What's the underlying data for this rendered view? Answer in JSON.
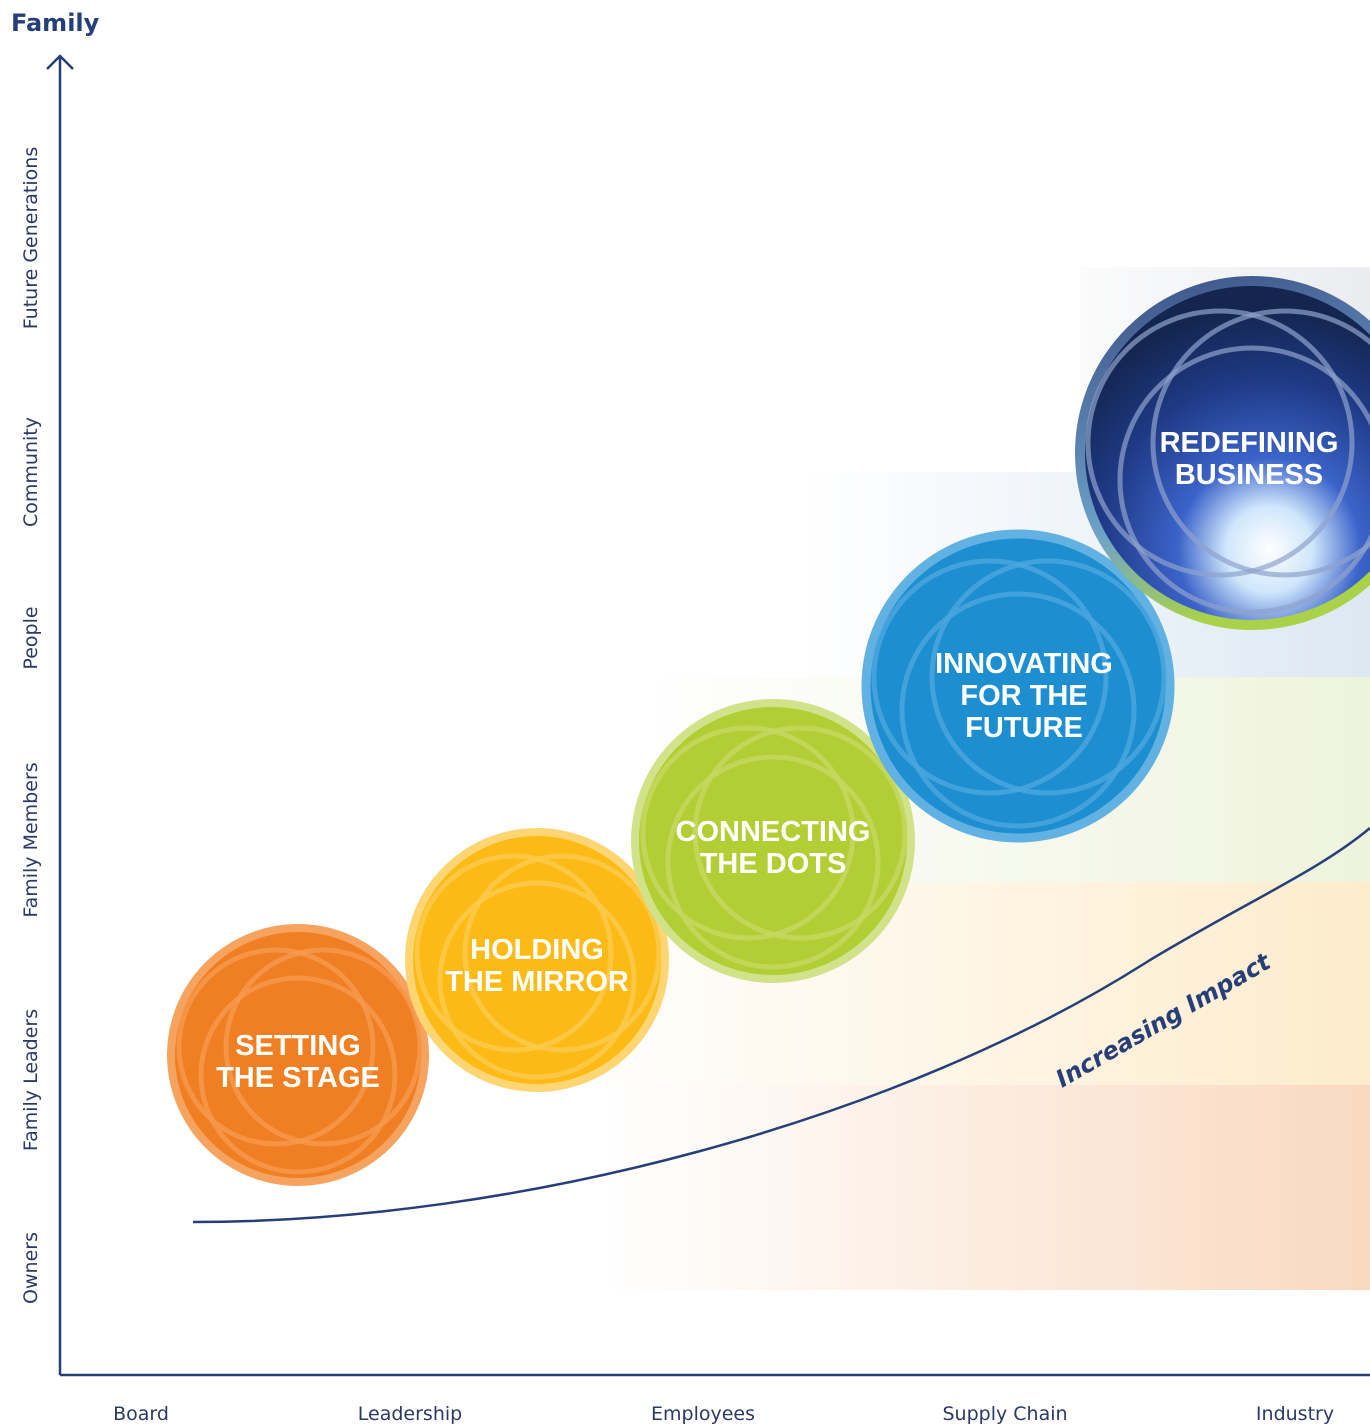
{
  "y_axis": {
    "title": "Family",
    "labels": [
      "Owners",
      "Family Leaders",
      "Family Members",
      "People",
      "Community",
      "Future Generations"
    ]
  },
  "x_axis": {
    "labels": [
      "Board",
      "Leadership",
      "Employees",
      "Supply Chain",
      "Industry"
    ]
  },
  "curve_label": "Increasing Impact",
  "stages": [
    {
      "line1": "SETTING",
      "line2": "THE STAGE",
      "line3": "",
      "color": "#ef7f22"
    },
    {
      "line1": "HOLDING",
      "line2": "THE MIRROR",
      "line3": "",
      "color": "#fbba16"
    },
    {
      "line1": "CONNECTING",
      "line2": "THE DOTS",
      "line3": "",
      "color": "#b3cd34"
    },
    {
      "line1": "INNOVATING",
      "line2": "FOR THE",
      "line3": "FUTURE",
      "color": "#1d8fd0"
    },
    {
      "line1": "REDEFINING",
      "line2": "BUSINESS",
      "line3": "",
      "color": "#1c3a7a"
    }
  ],
  "colors": {
    "axis": "#263f78",
    "band_orange": "#f9d9c0",
    "band_yellow": "#fdeccc",
    "band_green": "#eef3dc",
    "band_blue": "#dde8f3",
    "band_gray": "#eaecef"
  }
}
